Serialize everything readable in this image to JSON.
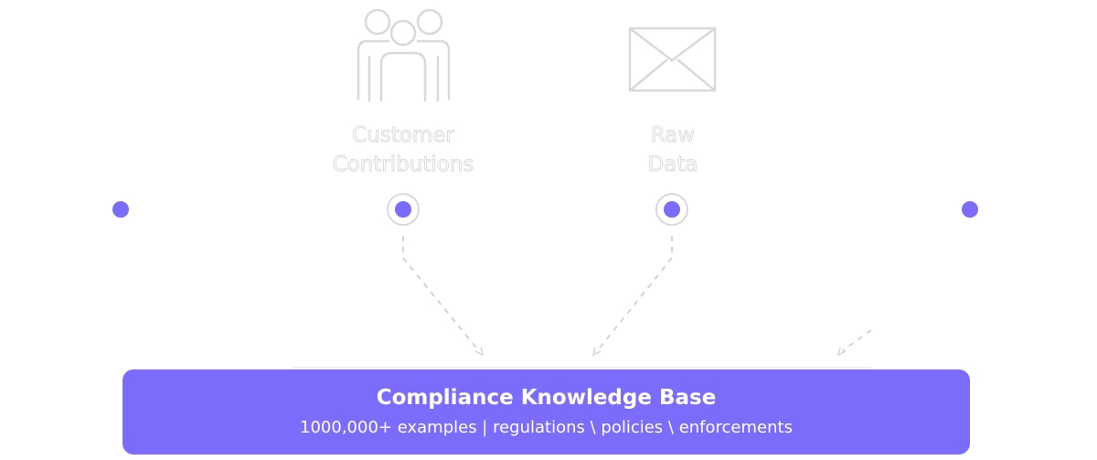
{
  "sources": [
    {
      "label": "Customer\nContributions",
      "icon": "customers-group-icon"
    },
    {
      "label": "Raw\nData",
      "icon": "envelope-icon"
    }
  ],
  "knowledge_base": {
    "title": "Compliance Knowledge Base",
    "subtitle": "1000,000+ examples | regulations \\ policies \\ enforcements"
  },
  "colors": {
    "accent": "#7b6cfc",
    "outline": "#d9d9d9",
    "background": "#ffffff"
  }
}
